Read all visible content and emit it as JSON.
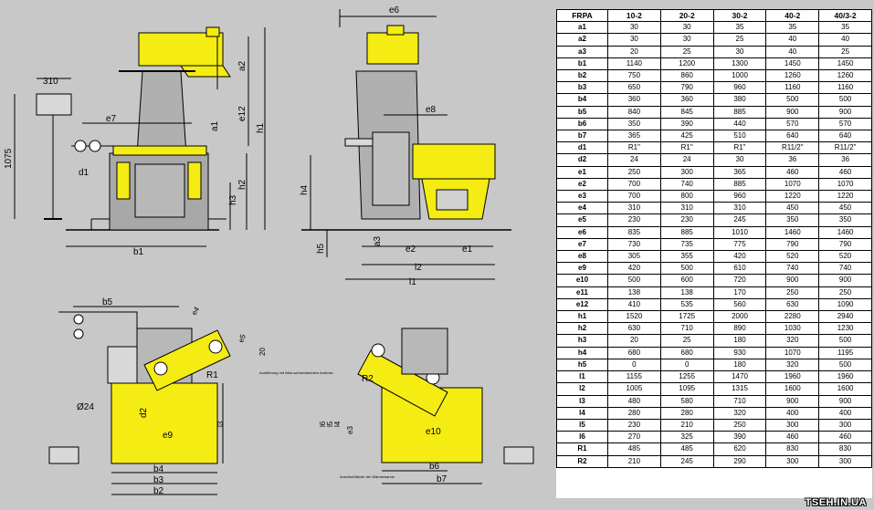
{
  "watermark": "TSEH.IN.UA",
  "colors": {
    "background": "#c8c8c8",
    "machine_yellow": "#f4ec12",
    "machine_body": "#a8a8a8",
    "line": "#000000"
  },
  "drawing": {
    "labels": {
      "w310": "310",
      "h1075": "1075",
      "d1": "d1",
      "b1": "b1",
      "e7": "e7",
      "a1": "a1",
      "a2": "a2",
      "e12": "e12",
      "h1": "h1",
      "h2": "h2",
      "h3": "h3",
      "e6": "e6",
      "e8": "e8",
      "h4": "h4",
      "h5": "h5",
      "a3": "a3",
      "e2": "e2",
      "e1": "e1",
      "l2": "l2",
      "l1": "l1",
      "b5": "b5",
      "d24": "Ø24",
      "d2": "d2",
      "e9": "e9",
      "b4": "b4",
      "b3": "b3",
      "b2": "b2",
      "e4": "e4",
      "e5": "e5",
      "l3": "l3",
      "d20": "20",
      "r1": "R1",
      "r2": "R2",
      "e10": "e10",
      "b6": "b6",
      "b7": "b7",
      "e3": "e3",
      "l4": "l4",
      "l5": "l5",
      "l6": "l6",
      "note1": "Ausführung mit links-schwenkendem Amboss",
      "note2": "Anschlußfläche der Wärmewanne"
    }
  },
  "table": {
    "header": [
      "FRPA",
      "10-2",
      "20-2",
      "30-2",
      "40-2",
      "40/3-2"
    ],
    "rows": [
      [
        "a1",
        "30",
        "30",
        "35",
        "35",
        "35"
      ],
      [
        "a2",
        "30",
        "30",
        "25",
        "40",
        "40"
      ],
      [
        "a3",
        "20",
        "25",
        "30",
        "40",
        "25"
      ],
      [
        "b1",
        "1140",
        "1200",
        "1300",
        "1450",
        "1450"
      ],
      [
        "b2",
        "750",
        "860",
        "1000",
        "1260",
        "1260"
      ],
      [
        "b3",
        "650",
        "790",
        "960",
        "1160",
        "1160"
      ],
      [
        "b4",
        "360",
        "360",
        "380",
        "500",
        "500"
      ],
      [
        "b5",
        "840",
        "845",
        "885",
        "900",
        "900"
      ],
      [
        "b6",
        "350",
        "390",
        "440",
        "570",
        "570"
      ],
      [
        "b7",
        "365",
        "425",
        "510",
        "640",
        "640"
      ],
      [
        "d1",
        "R1\"",
        "R1\"",
        "R1\"",
        "R11/2\"",
        "R11/2\""
      ],
      [
        "d2",
        "24",
        "24",
        "30",
        "36",
        "36"
      ],
      [
        "e1",
        "250",
        "300",
        "365",
        "460",
        "460"
      ],
      [
        "e2",
        "700",
        "740",
        "885",
        "1070",
        "1070"
      ],
      [
        "e3",
        "700",
        "800",
        "960",
        "1220",
        "1220"
      ],
      [
        "e4",
        "310",
        "310",
        "310",
        "450",
        "450"
      ],
      [
        "e5",
        "230",
        "230",
        "245",
        "350",
        "350"
      ],
      [
        "e6",
        "835",
        "885",
        "1010",
        "1460",
        "1460"
      ],
      [
        "e7",
        "730",
        "735",
        "775",
        "790",
        "790"
      ],
      [
        "e8",
        "305",
        "355",
        "420",
        "520",
        "520"
      ],
      [
        "e9",
        "420",
        "500",
        "610",
        "740",
        "740"
      ],
      [
        "e10",
        "500",
        "600",
        "720",
        "900",
        "900"
      ],
      [
        "e11",
        "138",
        "138",
        "170",
        "250",
        "250"
      ],
      [
        "e12",
        "410",
        "535",
        "560",
        "630",
        "1090"
      ],
      [
        "h1",
        "1520",
        "1725",
        "2000",
        "2280",
        "2940"
      ],
      [
        "h2",
        "630",
        "710",
        "890",
        "1030",
        "1230"
      ],
      [
        "h3",
        "20",
        "25",
        "180",
        "320",
        "500"
      ],
      [
        "h4",
        "680",
        "680",
        "930",
        "1070",
        "1195"
      ],
      [
        "h5",
        "0",
        "0",
        "180",
        "320",
        "500"
      ],
      [
        "l1",
        "1155",
        "1255",
        "1470",
        "1960",
        "1960"
      ],
      [
        "l2",
        "1005",
        "1095",
        "1315",
        "1600",
        "1600"
      ],
      [
        "l3",
        "480",
        "580",
        "710",
        "900",
        "900"
      ],
      [
        "l4",
        "280",
        "280",
        "320",
        "400",
        "400"
      ],
      [
        "l5",
        "230",
        "210",
        "250",
        "300",
        "300"
      ],
      [
        "l6",
        "270",
        "325",
        "390",
        "460",
        "460"
      ],
      [
        "R1",
        "485",
        "485",
        "620",
        "830",
        "830"
      ],
      [
        "R2",
        "210",
        "245",
        "290",
        "300",
        "300"
      ]
    ]
  }
}
